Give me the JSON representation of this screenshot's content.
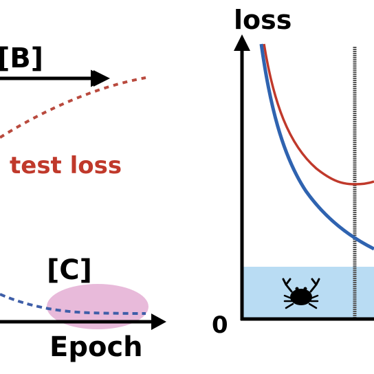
{
  "left_panel": {
    "label_b": "[B]",
    "test_loss_label": "test loss",
    "label_c": "[C]",
    "x_axis_label": "Epoch"
  },
  "right_panel": {
    "y_axis_label": "loss",
    "origin_label": "0",
    "shaded_region_icon": "crab-icon"
  },
  "colors": {
    "train_curve": "#2f63b0",
    "test_curve": "#c0392b",
    "dashed_test": "#b94a3e",
    "dashed_train": "#3e5ea8",
    "shade": "#b9dcf3",
    "ellipse": "#e6b3d6",
    "axis": "#000000",
    "vline": "#555555"
  }
}
